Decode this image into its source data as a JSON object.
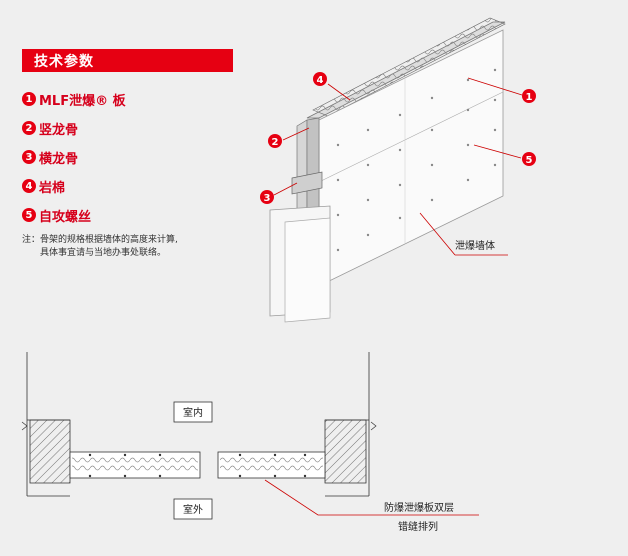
{
  "title": "技术参数",
  "legend": [
    {
      "num": "1",
      "label": "MLF泄爆® 板"
    },
    {
      "num": "2",
      "label": "竖龙骨"
    },
    {
      "num": "3",
      "label": "横龙骨"
    },
    {
      "num": "4",
      "label": "岩棉"
    },
    {
      "num": "5",
      "label": "自攻螺丝"
    }
  ],
  "note": {
    "line1": "注：骨架的规格根据墙体的高度来计算,",
    "line2": "具体事宜请与当地办事处联络。"
  },
  "diagram_labels": {
    "wall": "泄爆墙体",
    "indoor": "室内",
    "outdoor": "室外",
    "board_line1": "防爆泄爆板双层",
    "board_line2": "错缝排列"
  },
  "callouts": [
    "1",
    "2",
    "3",
    "4",
    "5"
  ],
  "colors": {
    "accent": "#e60012",
    "background": "#efefef"
  }
}
